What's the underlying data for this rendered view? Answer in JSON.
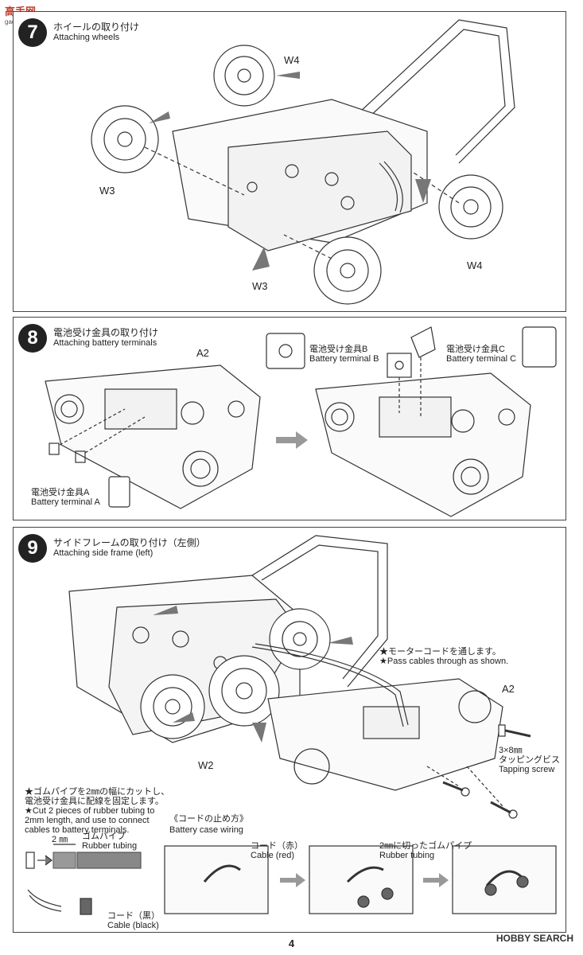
{
  "watermark": {
    "text": "高手网",
    "url": "gao-shou.com"
  },
  "step7": {
    "number": "7",
    "title_jp": "ホイールの取り付け",
    "title_en": "Attaching wheels",
    "labels": {
      "w4_top": "W4",
      "w3_left": "W3",
      "w4_right": "W4",
      "w3_bottom": "W3"
    }
  },
  "step8": {
    "number": "8",
    "title_jp": "電池受け金具の取り付け",
    "title_en": "Attaching battery terminals",
    "a2": "A2",
    "term_b_jp": "電池受け金具B",
    "term_b_en": "Battery terminal B",
    "term_c_jp": "電池受け金具C",
    "term_c_en": "Battery terminal C",
    "term_a_jp": "電池受け金具A",
    "term_a_en": "Battery terminal A"
  },
  "step9": {
    "number": "9",
    "title_jp": "サイドフレームの取り付け（左側）",
    "title_en": "Attaching side frame (left)",
    "a2": "A2",
    "w2": "W2",
    "cable_note_jp": "★モーターコードを通します。",
    "cable_note_en": "★Pass cables through as shown.",
    "screw_size": "3×8㎜",
    "screw_jp": "タッピングビス",
    "screw_en": "Tapping screw",
    "note1_jp": "★ゴムパイプを2㎜の幅にカットし、",
    "note2_jp": "電池受け金具に配線を固定します。",
    "note1_en": "★Cut 2 pieces of rubber tubing to",
    "note2_en": "2mm length, and use to connect",
    "note3_en": "cables to battery terminals.",
    "wiring_jp": "《コードの止め方》",
    "wiring_en": "Battery case wiring",
    "mm": "2 ㎜",
    "tube_jp": "ゴムパイプ",
    "tube_en": "Rubber tubing",
    "cable_red_jp": "コード（赤）",
    "cable_red_en": "Cable (red)",
    "cut_tube_jp": "2㎜に切ったゴムパイプ",
    "cut_tube_en": "Rubber tubing",
    "cable_black_jp": "コード（黒）",
    "cable_black_en": "Cable (black)"
  },
  "page_number": "4",
  "hobby_search": "HOBBY SEARCH"
}
